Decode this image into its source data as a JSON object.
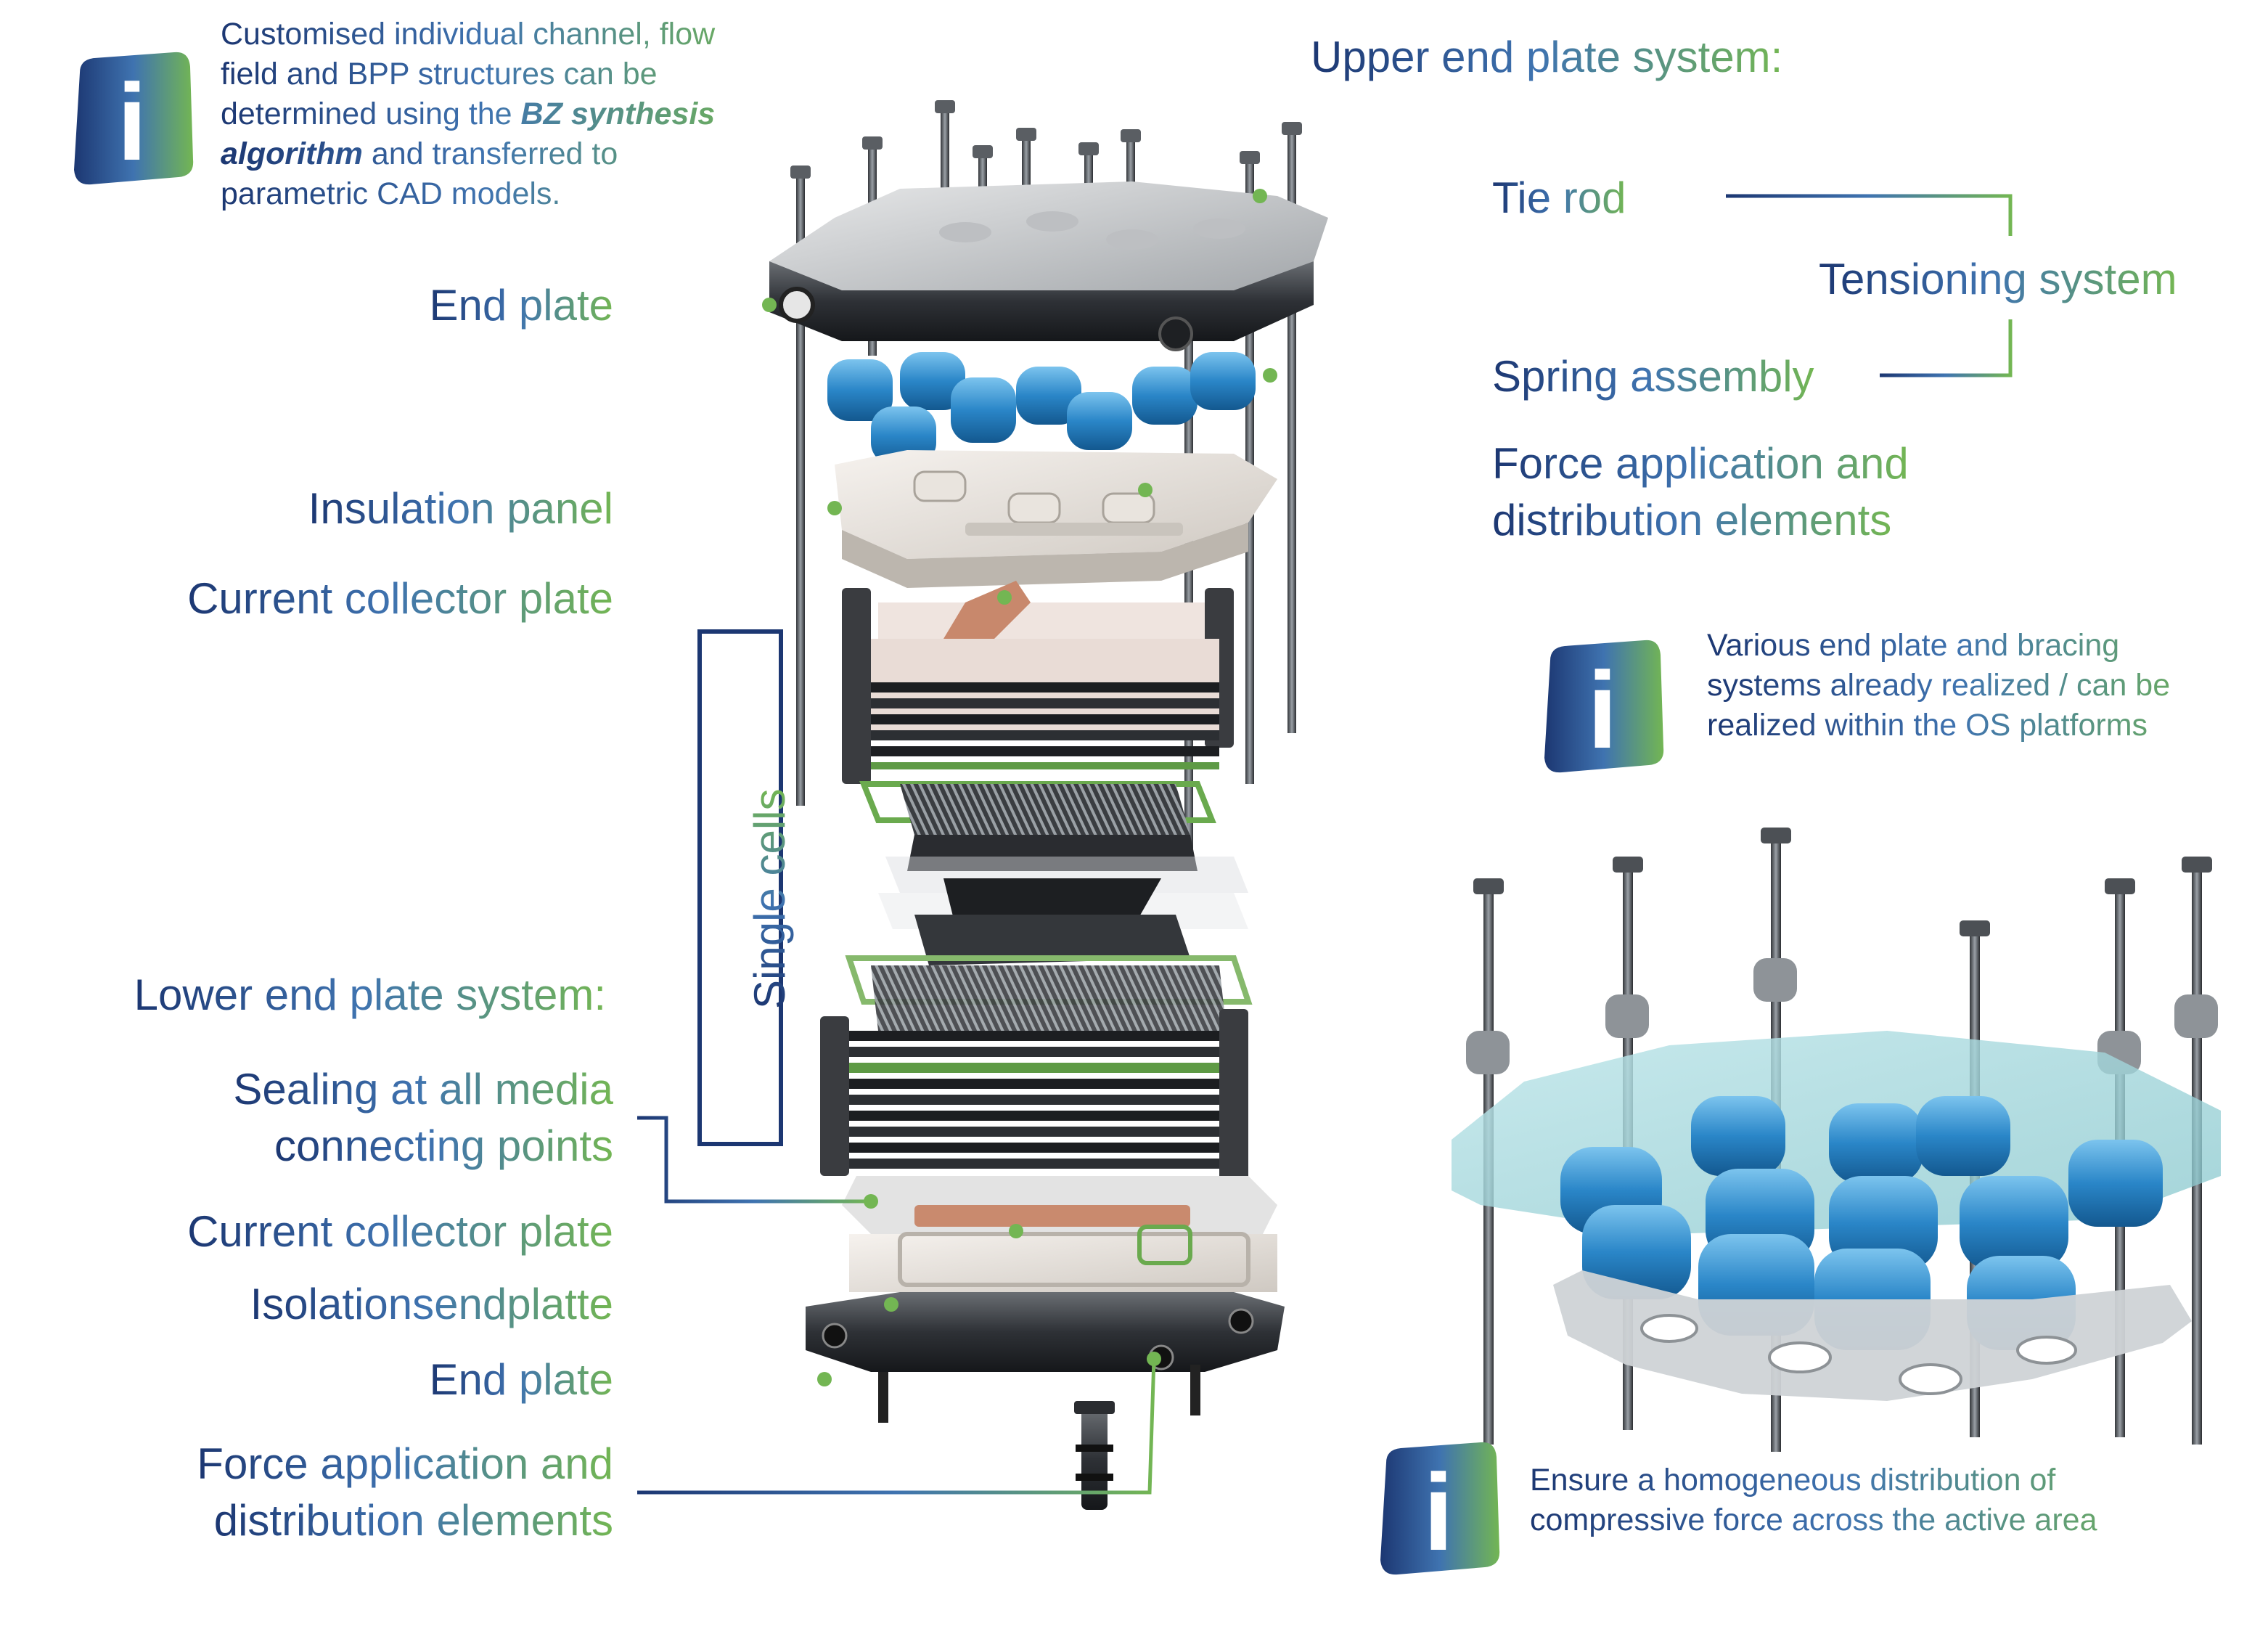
{
  "colors": {
    "navy": "#1c3772",
    "blue": "#3f73b0",
    "green": "#73b653",
    "spring_blue": "#2f8fd0",
    "metal_dark": "#2b2d30"
  },
  "icons": [
    "info-icon"
  ],
  "info_badge": {
    "glyph": "i"
  },
  "info_top": {
    "text_1": "Customised individual channel, flow field and BPP structures can be determined using the ",
    "emph": "BZ synthesis algorithm",
    "text_2": " and transferred to parametric CAD models."
  },
  "info_mid": {
    "text": "Various end plate and bracing systems already realized / can be realized within the OS platforms"
  },
  "info_bottom": {
    "text": "Ensure a homogeneous distribution of compressive force across the active area"
  },
  "upper": {
    "heading": "Upper end plate system:",
    "tie_rod": "Tie rod",
    "tensioning": "Tensioning system",
    "spring_assembly": "Spring assembly",
    "force_line1": "Force application and",
    "force_line2": "distribution elements"
  },
  "left": {
    "end_plate_top": "End plate",
    "insulation_panel": "Insulation panel",
    "current_collector_top": "Current collector plate",
    "single_cells": "Single cells",
    "lower_heading": "Lower end plate system:",
    "sealing_line1": "Sealing at all media",
    "sealing_line2": "connecting points",
    "current_collector_bottom": "Current collector plate",
    "isolation": "Isolationsendplatte",
    "end_plate_bottom": "End plate",
    "force_line1": "Force application and",
    "force_line2": "distribution elements"
  }
}
